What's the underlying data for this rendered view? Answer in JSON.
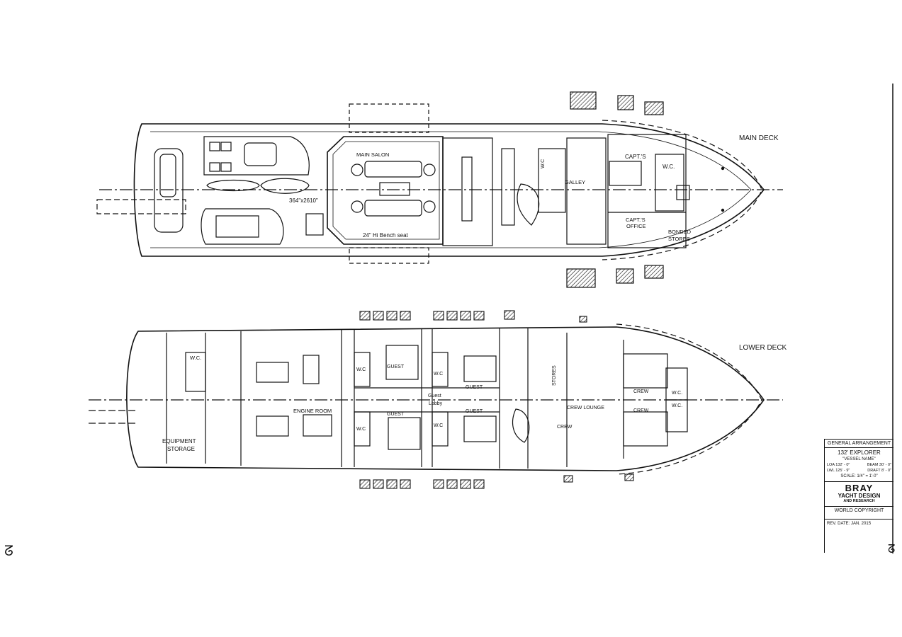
{
  "main_deck": {
    "title": "MAIN DECK",
    "labels": {
      "main_salon": "MAIN SALON",
      "dimension": "364\"x2610\"",
      "bench": "24\" Hi Bench seat",
      "galley": "GALLEY",
      "wc": "W.C.",
      "wc_vertical": "W.C",
      "capts": "CAPT.'S",
      "capts_office_1": "CAPT.'S",
      "capts_office_2": "OFFICE",
      "bonded_1": "BONDED",
      "bonded_2": "STORES"
    }
  },
  "lower_deck": {
    "title": "LOWER DECK",
    "labels": {
      "wc": "W.C.",
      "wc_short": "W.C",
      "engine_room": "ENGINE ROOM",
      "equipment": "EQUIPMENT",
      "storage": "STORAGE",
      "guest": "GUEST",
      "guest_lobby_1": "Guest",
      "guest_lobby_2": "Lobby",
      "stores": "STORES",
      "crew": "CREW",
      "crew_lounge": "CREW LOUNGE"
    }
  },
  "title_block": {
    "heading": "GENERAL ARRANGEMENT",
    "model": "132' EXPLORER",
    "vessel": "\"VESSEL NAME\"",
    "loa": "LOA  132' - 0\"",
    "beam": "BEAM  30' - 0\"",
    "lwl": "LWL  125' - 9\"",
    "draft": "DRAFT  8' - 0\"",
    "scale": "SCALE:  1/4\" = 1'-0\"",
    "brand": "BRAY",
    "brand_line2": "YACHT DESIGN",
    "brand_line3": "AND RESEARCH",
    "copyright": "WORLD COPYRIGHT",
    "rev_date": "REV. DATE: JAN. 2015"
  }
}
